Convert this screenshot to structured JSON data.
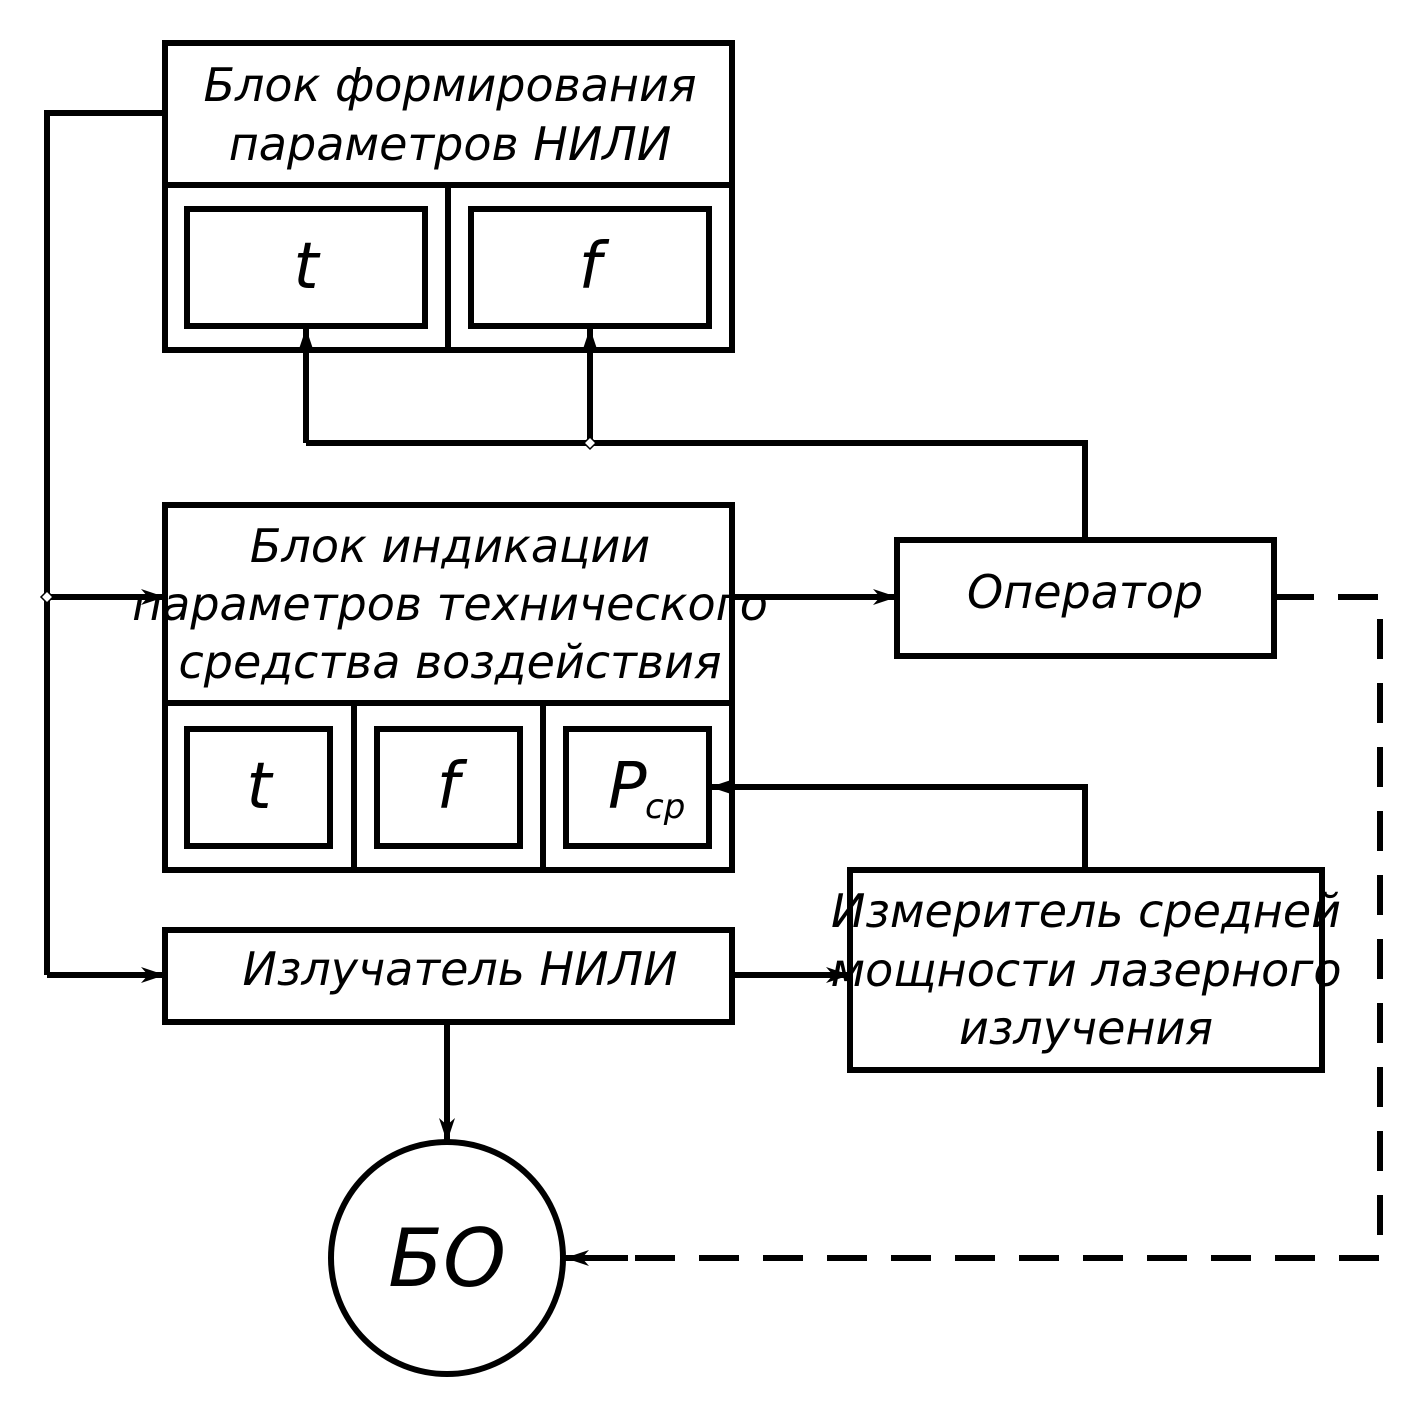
{
  "formation_block": {
    "title_line1": "Блок формирования",
    "title_line2": "параметров НИЛИ",
    "cells": [
      "t",
      "f"
    ]
  },
  "indication_block": {
    "title_line1": "Блок индикации",
    "title_line2": "параметров технического",
    "title_line3": "средства воздействия",
    "cells": [
      "t",
      "f",
      "P"
    ],
    "power_subscript": "ср"
  },
  "operator": {
    "label": "Оператор"
  },
  "emitter": {
    "label": "Излучатель НИЛИ"
  },
  "power_meter": {
    "line1": "Измеритель средней",
    "line2": "мощности лазерного",
    "line3": "излучения"
  },
  "bo": {
    "label": "БО"
  }
}
